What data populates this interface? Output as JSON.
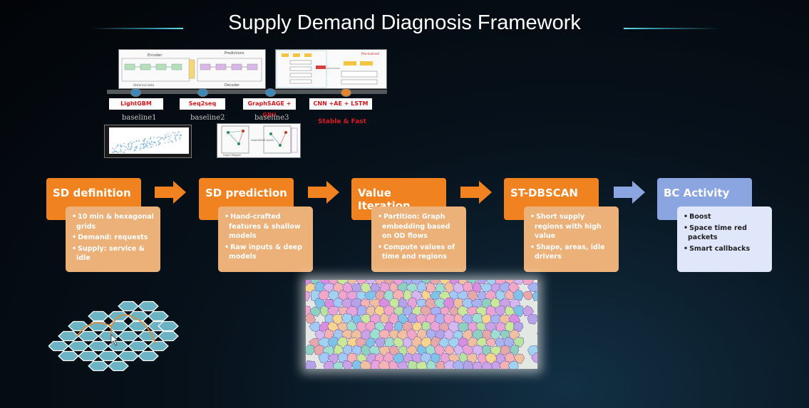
{
  "title": "Supply Demand Diagnosis Framework",
  "timeline": {
    "models": [
      {
        "label": "LightGBM"
      },
      {
        "label": "Seq2seq"
      },
      {
        "label": "GraphSAGE + GRU"
      },
      {
        "label": "CNN +AE + LSTM"
      }
    ],
    "baselines": [
      "baseline1",
      "baseline2",
      "baseline3"
    ],
    "highlight_note": "Stable & Fast"
  },
  "thumbnails": {
    "seq2seq": {
      "encoder": "Encoder",
      "decoder": "Decoder",
      "predictions": "Predictions",
      "historical": "Historical data"
    },
    "cnn_ae": {
      "tag": "Pre-trained"
    },
    "graph": {
      "left": "Graph Mapper",
      "mid": "GraphSAGE layers"
    }
  },
  "stages": [
    {
      "title": "SD definition",
      "color": "#f0821f",
      "bullets": [
        "10 min & hexagonal grids",
        "Demand: requests",
        "Supply: service & idle"
      ]
    },
    {
      "title": "SD prediction",
      "color": "#f0821f",
      "bullets": [
        "Hand-crafted features & shallow models",
        "Raw inputs & deep models"
      ]
    },
    {
      "title": "Value Iteration",
      "color": "#f0821f",
      "bullets": [
        "Partition: Graph embedding based on OD flows",
        "Compute values of time and regions"
      ]
    },
    {
      "title": "ST-DBSCAN",
      "color": "#f0821f",
      "bullets": [
        "Short supply regions with high value",
        "Shape, areas, idle drivers"
      ]
    },
    {
      "title": "BC Activity",
      "color": "#8aa5df",
      "bullets": [
        "Boost",
        "Space time red packets",
        "Smart callbacks"
      ]
    }
  ],
  "colors": {
    "accent": "#f0821f",
    "accent_light": "#ecb179",
    "final": "#8aa5df",
    "final_light": "#e0e7fb",
    "title_line": "#5fe0ef",
    "hex": "#6cb4c4"
  }
}
